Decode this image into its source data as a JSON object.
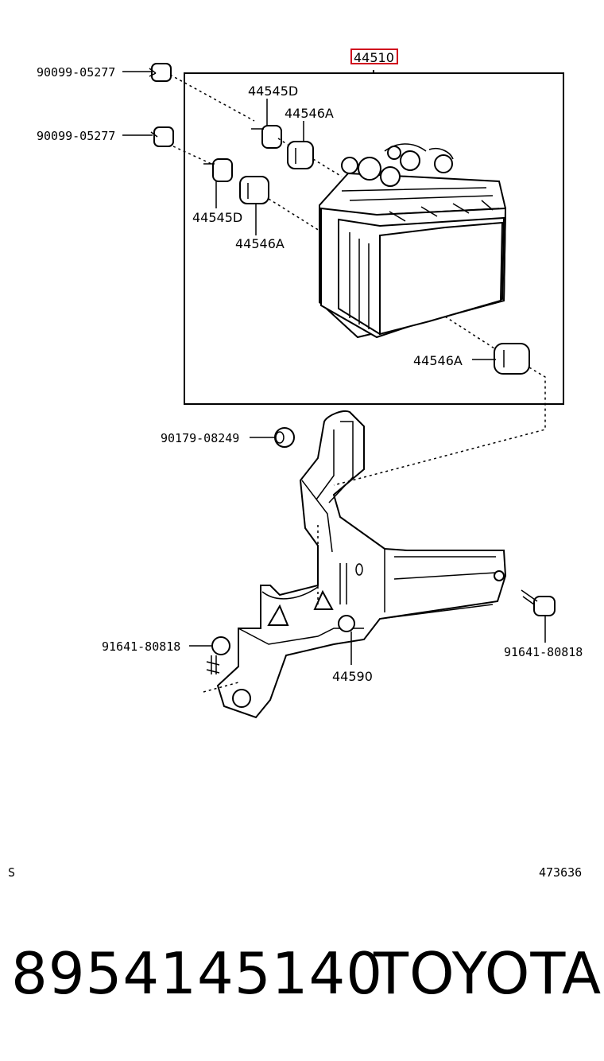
{
  "diagram": {
    "assembly_number": "44510",
    "highlight_color": "#d0001c",
    "callouts": [
      {
        "id": "c1",
        "text": "90099-05277"
      },
      {
        "id": "c2",
        "text": "90099-05277"
      },
      {
        "id": "c3",
        "text": "44545D"
      },
      {
        "id": "c4",
        "text": "44546A"
      },
      {
        "id": "c5",
        "text": "44545D"
      },
      {
        "id": "c6",
        "text": "44546A"
      },
      {
        "id": "c7",
        "text": "44546A"
      },
      {
        "id": "c8",
        "text": "90179-08249"
      },
      {
        "id": "c9",
        "text": "91641-80818"
      },
      {
        "id": "c10",
        "text": "91641-80818"
      },
      {
        "id": "c11",
        "text": "44590"
      }
    ],
    "footer_left_code": "S",
    "footer_right_code": "473636"
  },
  "caption": {
    "part_number": "8954145140",
    "brand": "TOYOTA"
  }
}
